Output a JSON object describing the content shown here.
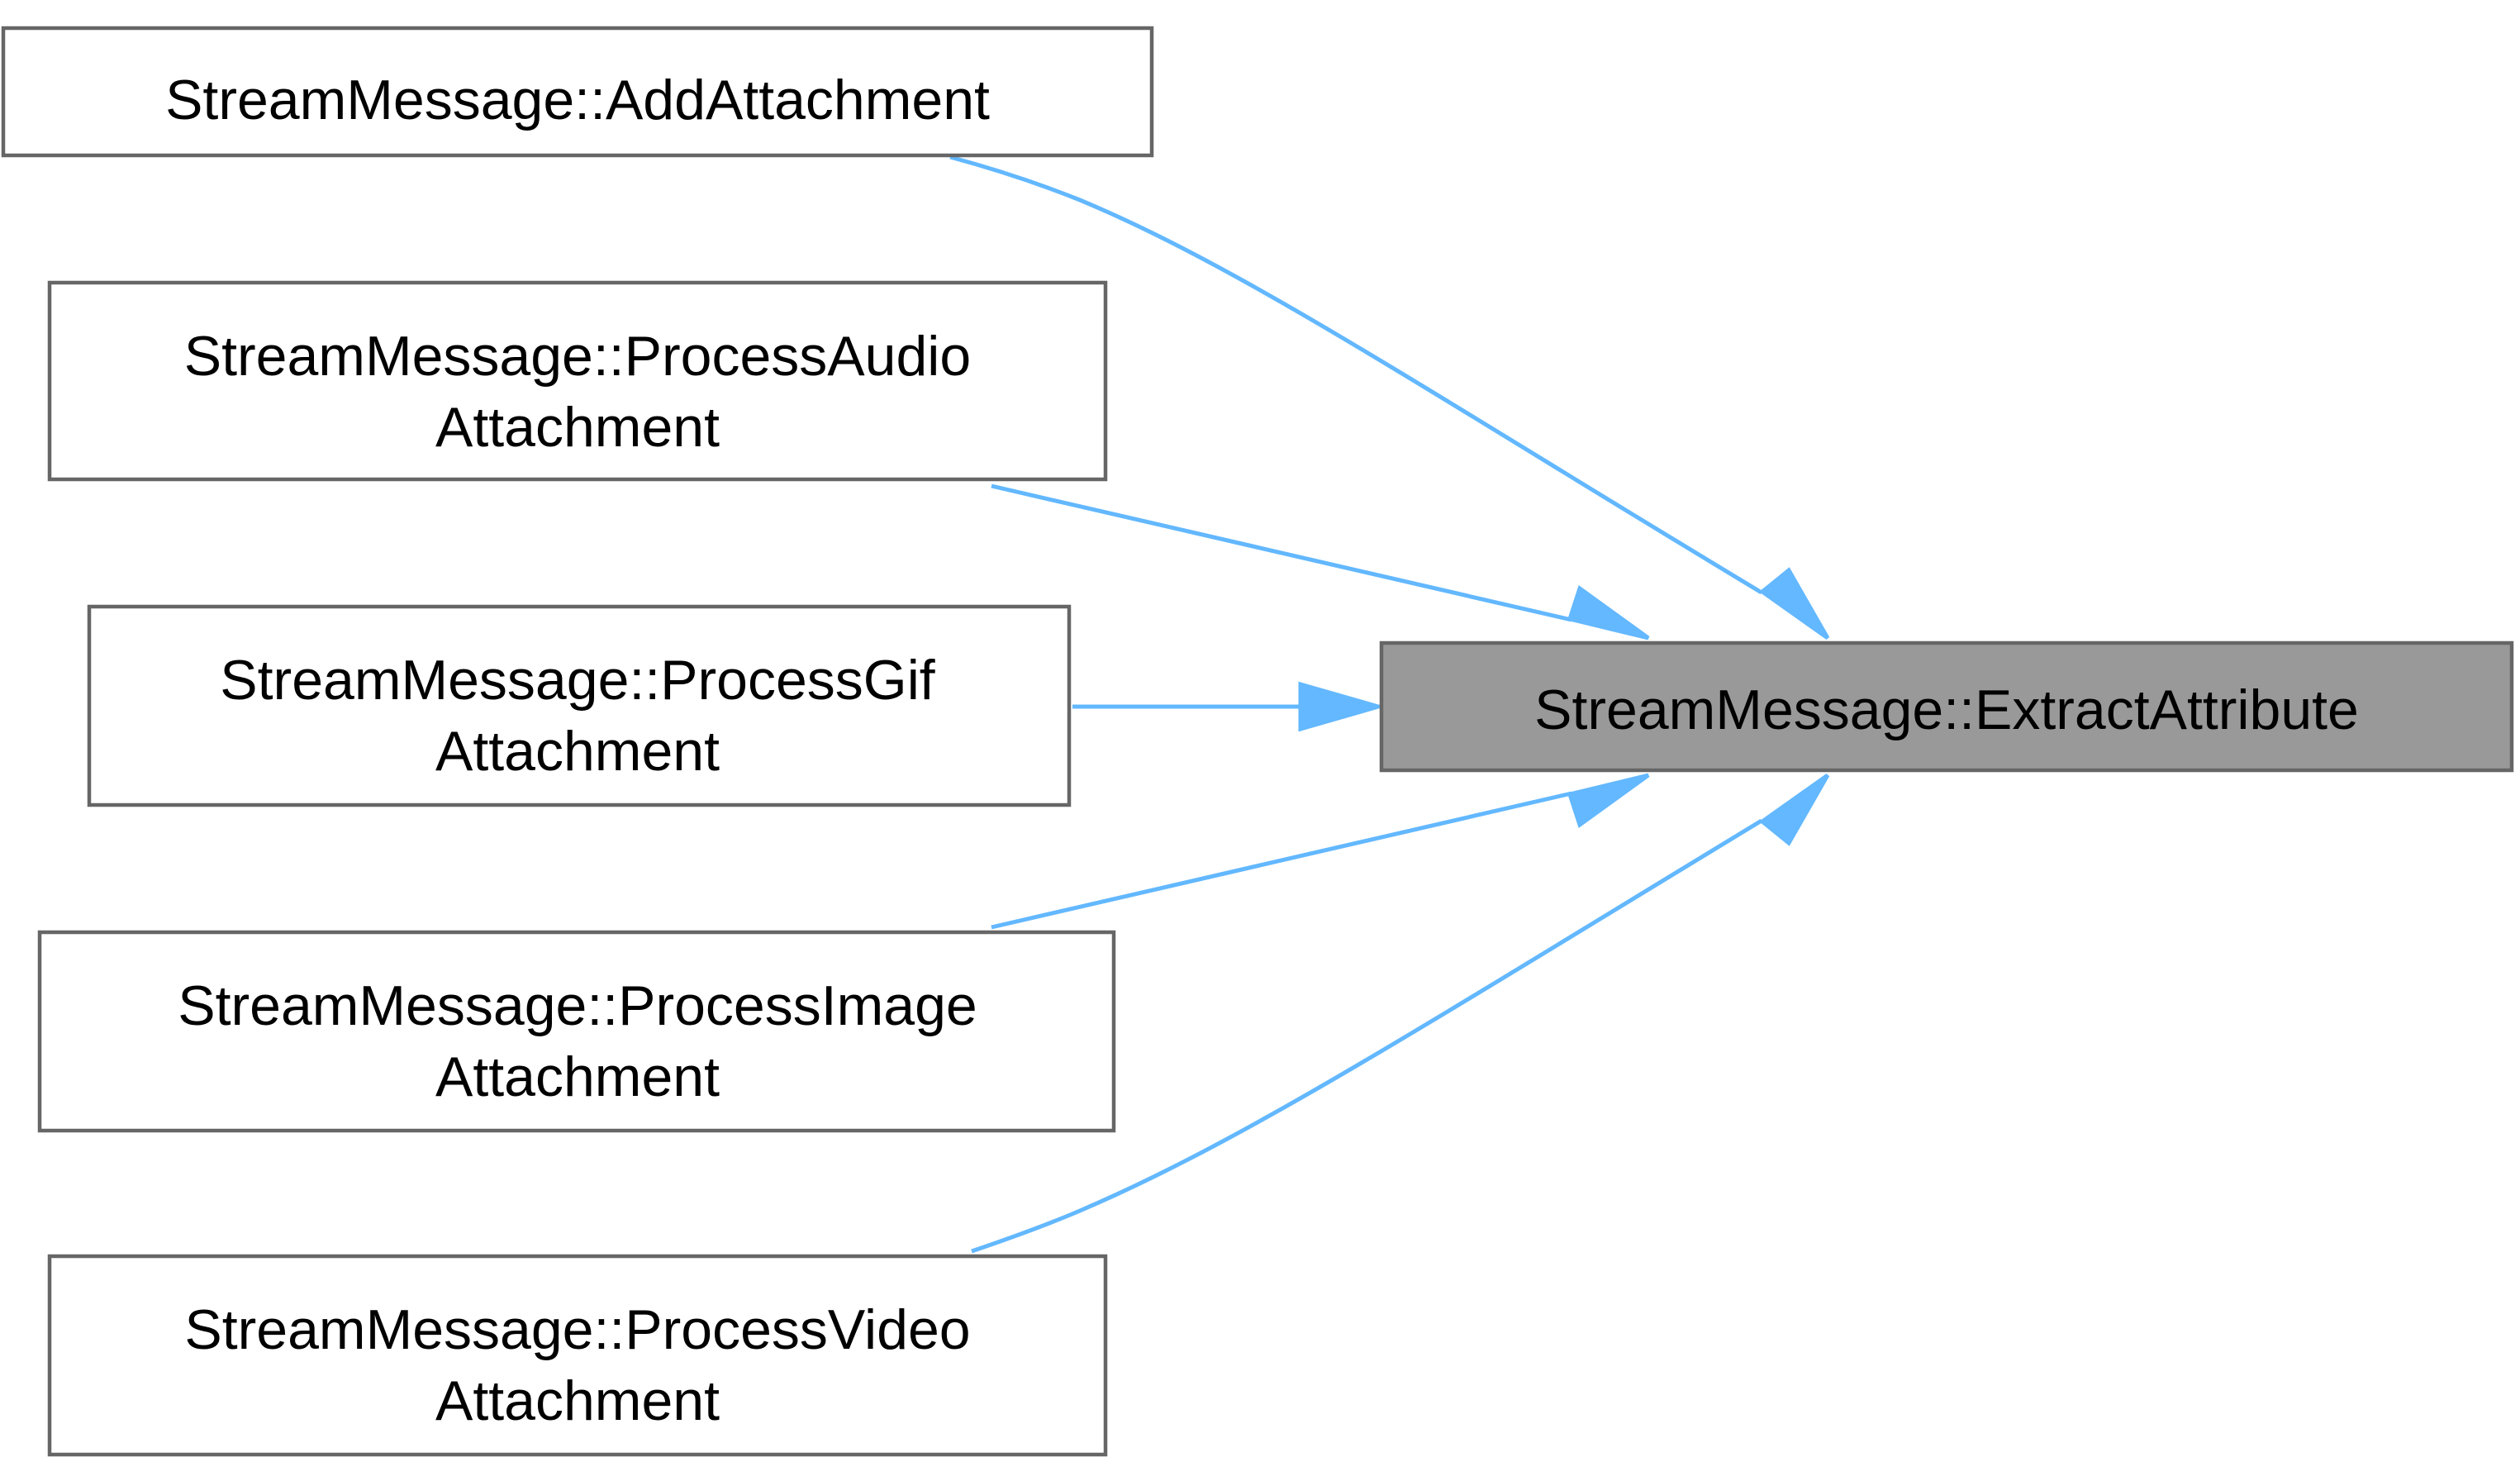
{
  "diagram": {
    "type": "caller-graph",
    "edge_color": "#63b8ff",
    "node_border_color": "#666666",
    "target_fill_color": "#999999",
    "target": {
      "id": "extract",
      "lines": [
        "StreamMessage::ExtractAttribute"
      ]
    },
    "callers": [
      {
        "id": "add",
        "lines": [
          "StreamMessage::AddAttachment"
        ]
      },
      {
        "id": "audio",
        "lines": [
          "StreamMessage::ProcessAudio",
          "Attachment"
        ]
      },
      {
        "id": "gif",
        "lines": [
          "StreamMessage::ProcessGif",
          "Attachment"
        ]
      },
      {
        "id": "image",
        "lines": [
          "StreamMessage::ProcessImage",
          "Attachment"
        ]
      },
      {
        "id": "video",
        "lines": [
          "StreamMessage::ProcessVideo",
          "Attachment"
        ]
      }
    ]
  }
}
